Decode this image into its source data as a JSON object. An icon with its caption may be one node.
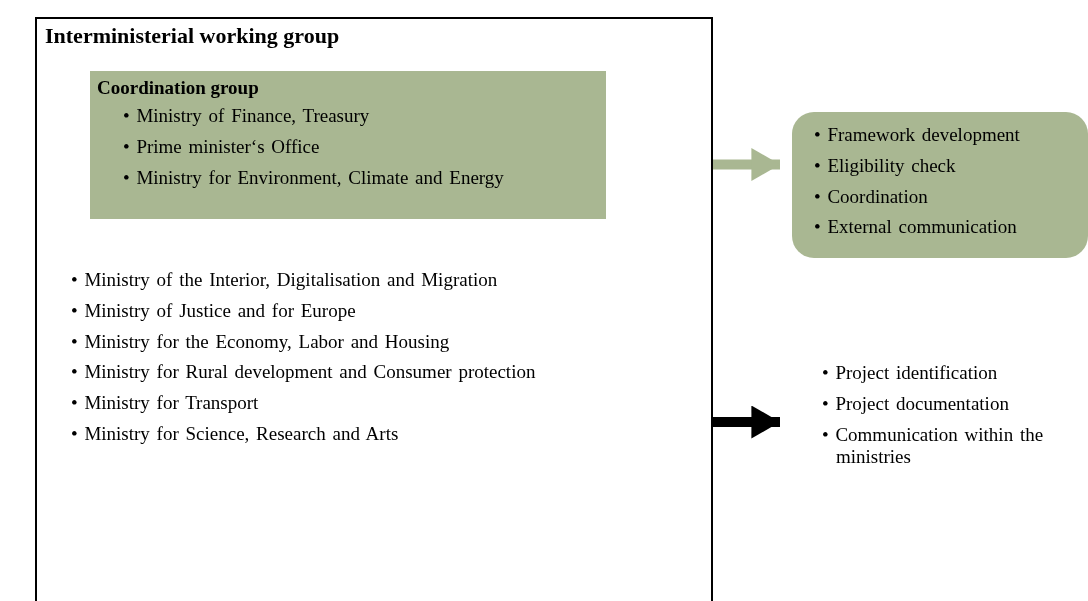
{
  "diagram": {
    "nodes": [
      {
        "text": [
          "Interministerial working group",
          "• Ministry of the Interior, Digitalisation and Migration",
          "• Ministry of Justice and for Europe",
          "• Ministry for the Economy, Labor and Housing",
          "• Ministry for Rural development and Consumer protection",
          "• Ministry for Transport",
          "• Ministry for Science, Research and Arts"
        ]
      },
      {
        "text": [
          "Coordination group",
          "• Ministry of Finance, Treasury",
          "• Prime minister‘s Office",
          "• Ministry for Environment, Climate and Energy"
        ],
        "in": 0
      },
      {
        "text": [
          "• Framework development",
          "• Eligibility check",
          "• Coordination",
          "• External communication"
        ]
      },
      {
        "text": [
          "• Project identification",
          "• Project documentation",
          "• Communication within the ministries"
        ]
      }
    ],
    "edges": [
      {
        "from": 1,
        "to": 2,
        "arrow": "to",
        "color": "#a9b792"
      },
      {
        "from": 0,
        "to": 3,
        "arrow": "to",
        "color": "#000000"
      }
    ]
  }
}
